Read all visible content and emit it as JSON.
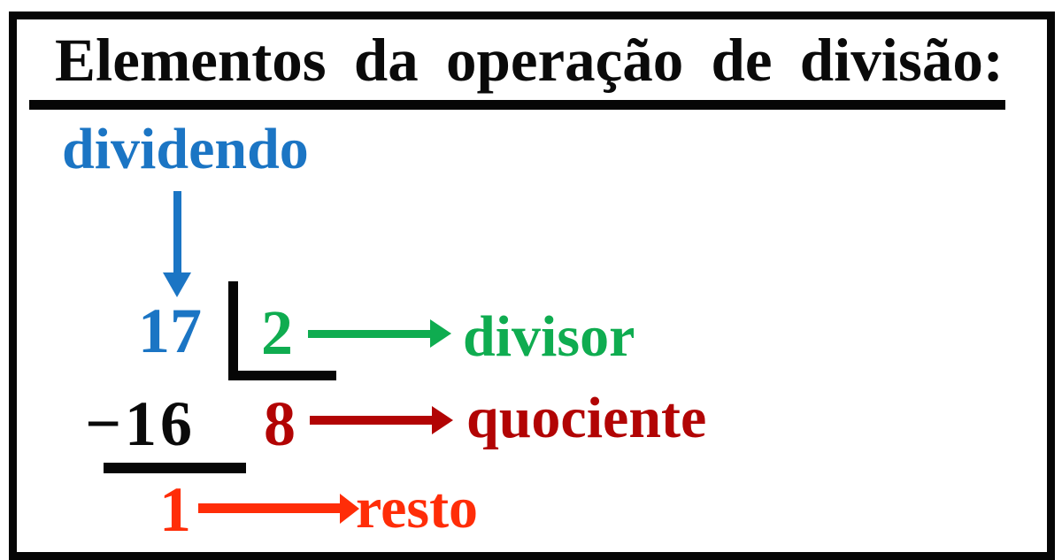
{
  "title": {
    "text": "Elementos da operação de divisão:"
  },
  "division": {
    "dividend": {
      "label": "dividendo",
      "value": "17"
    },
    "divisor": {
      "label": "divisor",
      "value": "2"
    },
    "quotient": {
      "label": "quociente",
      "value": "8"
    },
    "remainder": {
      "label": "resto",
      "value": "1"
    },
    "subtracted": "−16"
  },
  "colors": {
    "blue": "#1b75c4",
    "green": "#0fac50",
    "darkred": "#b20404",
    "orangered": "#ff2d08",
    "black": "#060606",
    "background": "#ffffff"
  }
}
